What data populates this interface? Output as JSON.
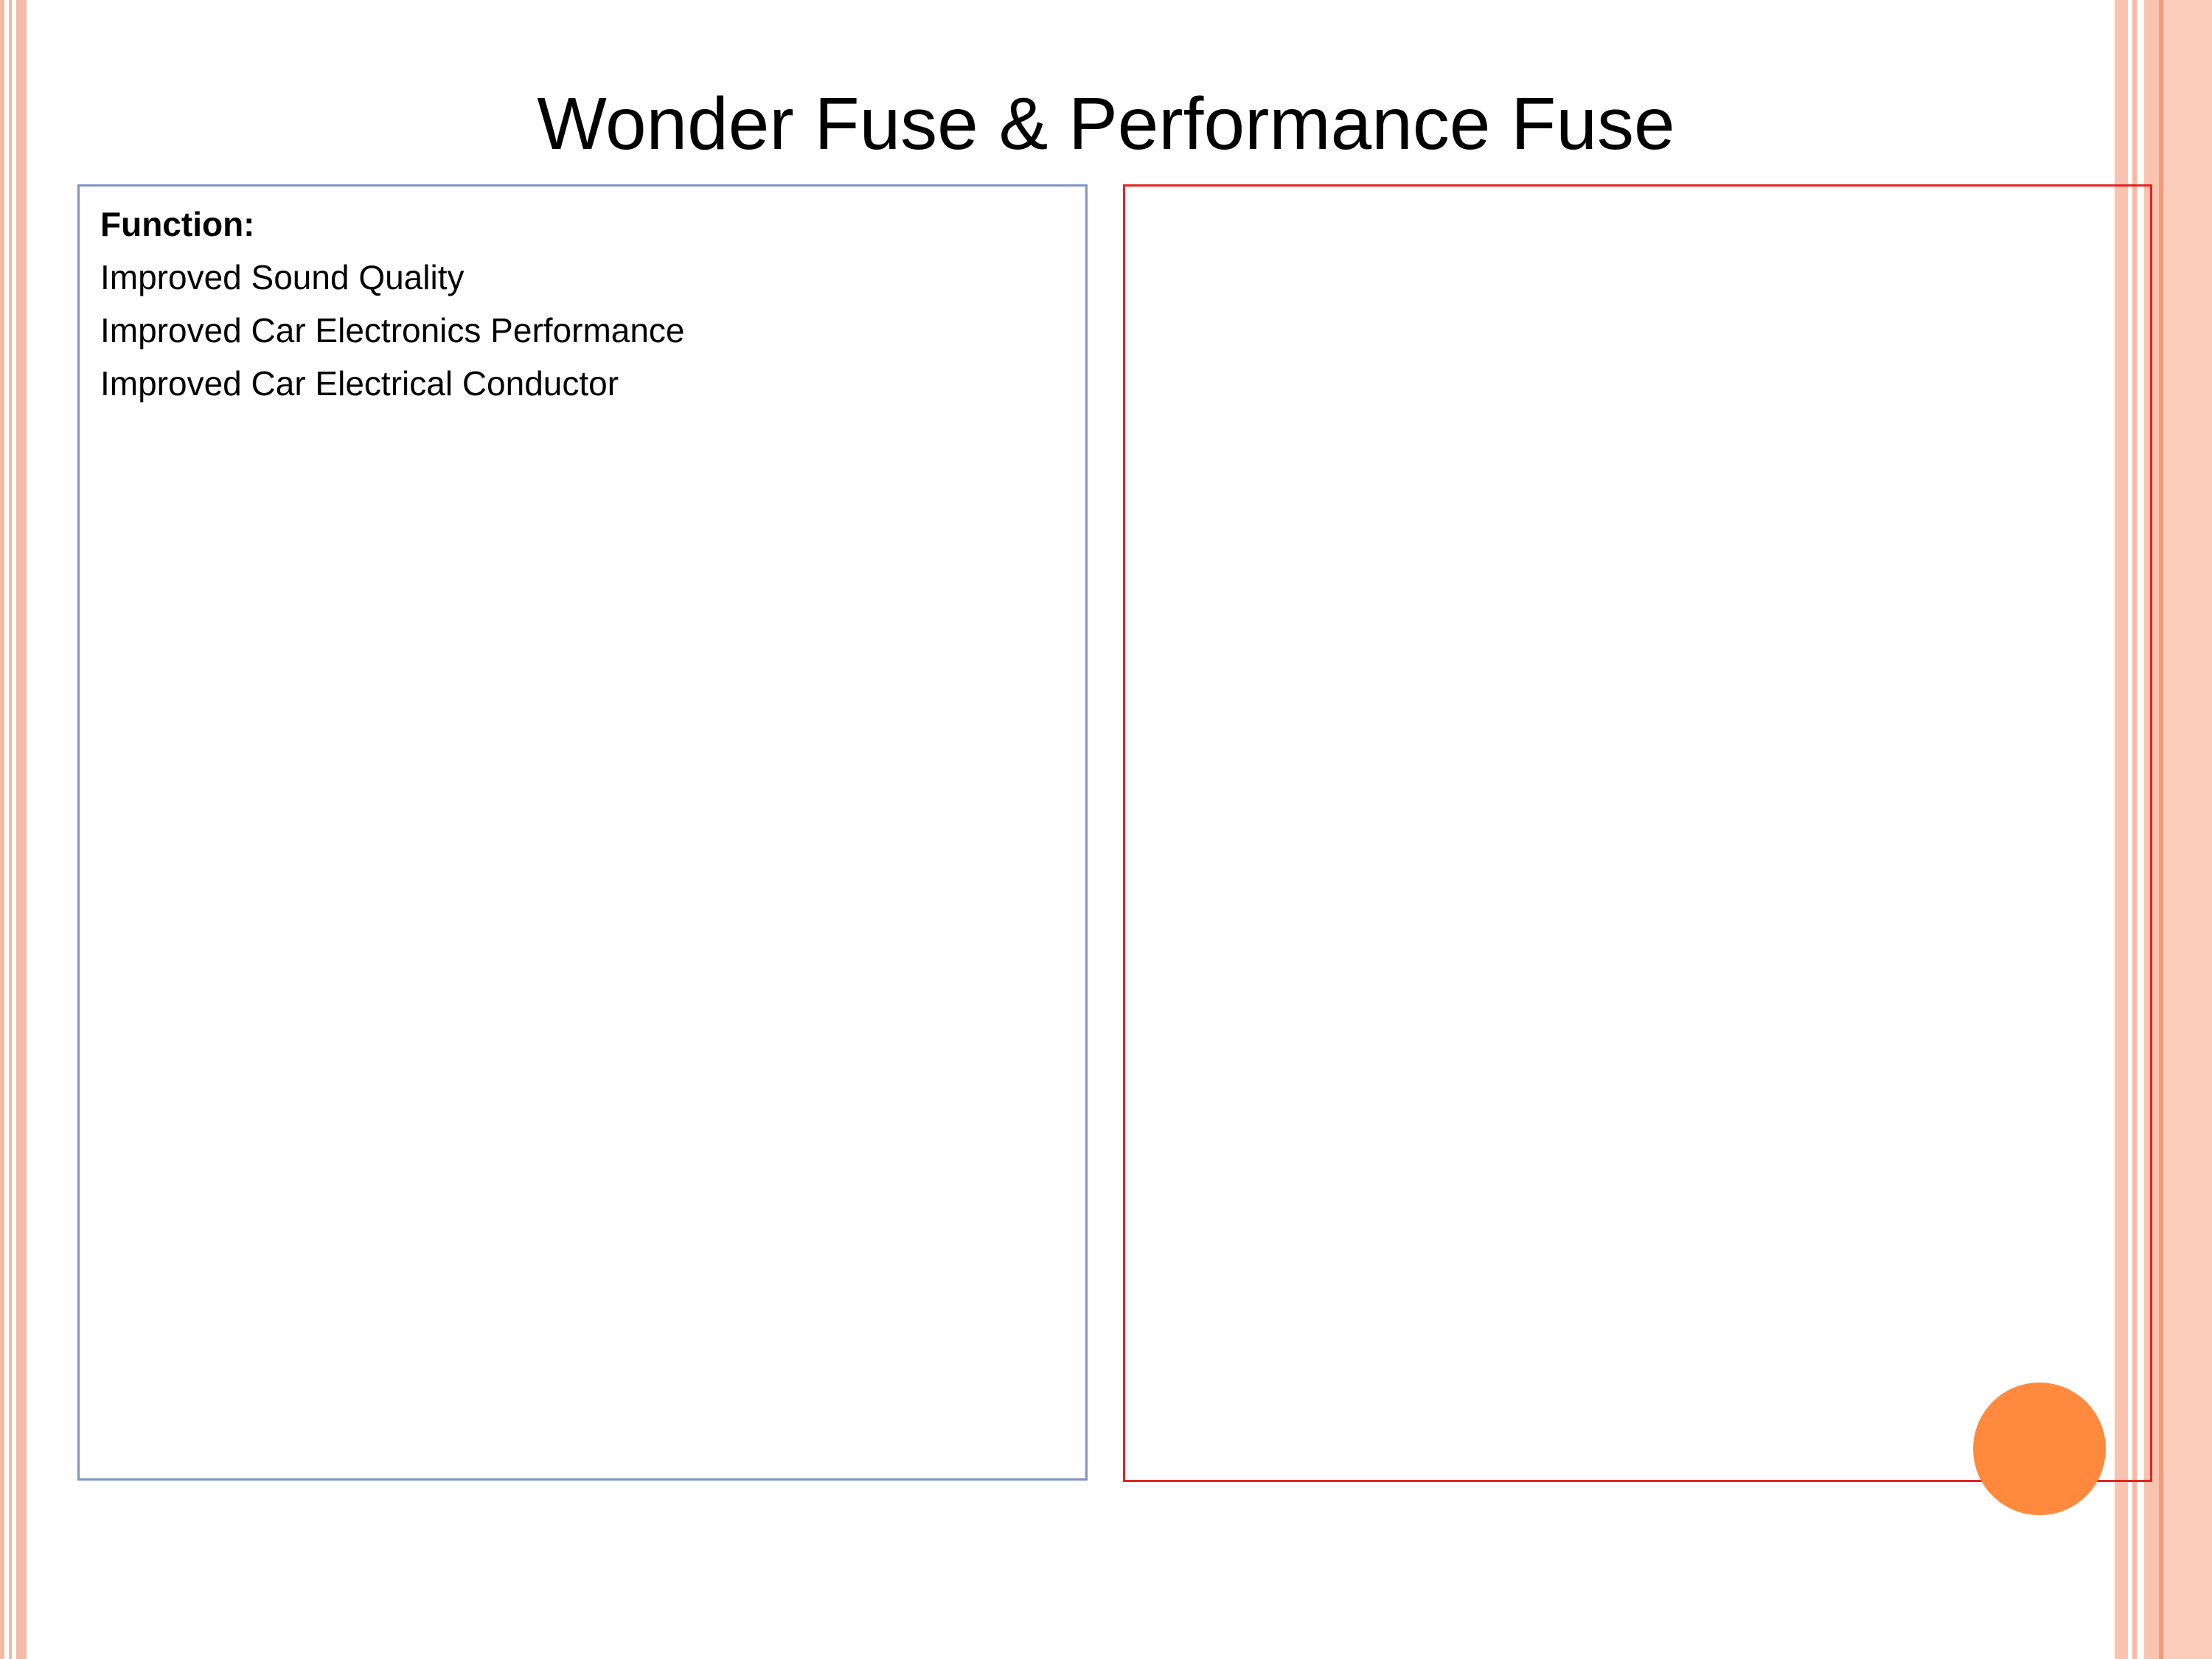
{
  "slide": {
    "title": "Wonder Fuse & Performance Fuse",
    "content": {
      "heading": "Function:",
      "lines": [
        "Improved Sound Quality",
        "Improved Car Electronics Performance",
        "Improved Car Electrical Conductor"
      ]
    }
  },
  "colors": {
    "stripe": "#f7b9a3",
    "left_panel_border": "#7f93c8",
    "right_panel_border": "#e32424",
    "accent_circle": "#ff8a3d"
  }
}
